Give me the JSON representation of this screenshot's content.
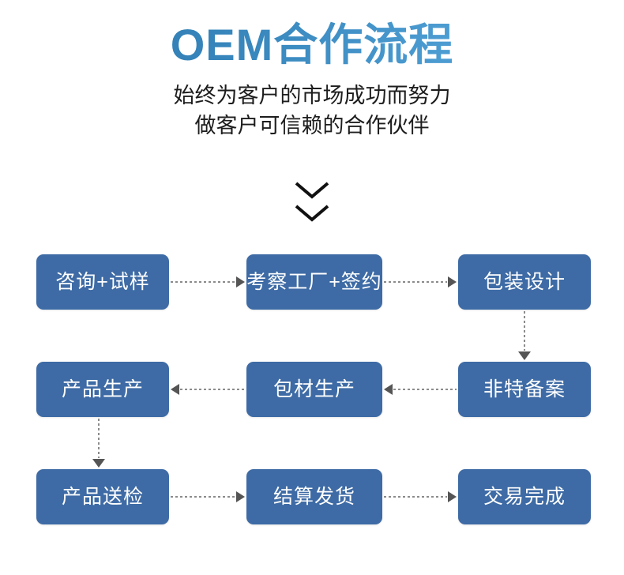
{
  "header": {
    "title": "OEM合作流程",
    "subtitle_line1": "始终为客户的市场成功而努力",
    "subtitle_line2": "做客户可信赖的合作伙伴",
    "title_gradient_start": "#2b76ad",
    "title_gradient_end": "#5dabdb",
    "subtitle_color": "#1d1d1d"
  },
  "divider": {
    "icon": "double-chevron-down-icon",
    "color": "#1a1a1a",
    "count": 2
  },
  "flow": {
    "node_fill": "#3e6ba5",
    "node_text_color": "#ffffff",
    "connector_color": "#8b8b8b",
    "arrowhead_color": "#555555",
    "rows": [
      {
        "nodes": [
          {
            "id": "consult-sample",
            "label": "咨询+试样"
          },
          {
            "id": "factory-visit-contract",
            "label": "考察工厂+签约"
          },
          {
            "id": "package-design",
            "label": "包装设计"
          }
        ],
        "direction": "left-to-right"
      },
      {
        "nodes": [
          {
            "id": "product-production",
            "label": "产品生产"
          },
          {
            "id": "packaging-material-production",
            "label": "包材生产"
          },
          {
            "id": "non-special-filing",
            "label": "非特备案"
          }
        ],
        "direction": "right-to-left"
      },
      {
        "nodes": [
          {
            "id": "product-inspection",
            "label": "产品送检"
          },
          {
            "id": "settlement-shipping",
            "label": "结算发货"
          },
          {
            "id": "transaction-complete",
            "label": "交易完成"
          }
        ],
        "direction": "left-to-right"
      }
    ],
    "connectors": [
      {
        "id": "conn-consult-to-factory",
        "type": "horizontal",
        "arrow": "right"
      },
      {
        "id": "conn-factory-to-package",
        "type": "horizontal",
        "arrow": "right"
      },
      {
        "id": "conn-package-to-filing",
        "type": "vertical",
        "arrow": "down"
      },
      {
        "id": "conn-filing-to-material",
        "type": "horizontal",
        "arrow": "left"
      },
      {
        "id": "conn-material-to-product",
        "type": "horizontal",
        "arrow": "left"
      },
      {
        "id": "conn-product-to-inspection",
        "type": "vertical",
        "arrow": "down"
      },
      {
        "id": "conn-inspection-to-settlement",
        "type": "horizontal",
        "arrow": "right"
      },
      {
        "id": "conn-settlement-to-complete",
        "type": "horizontal",
        "arrow": "right"
      }
    ]
  }
}
